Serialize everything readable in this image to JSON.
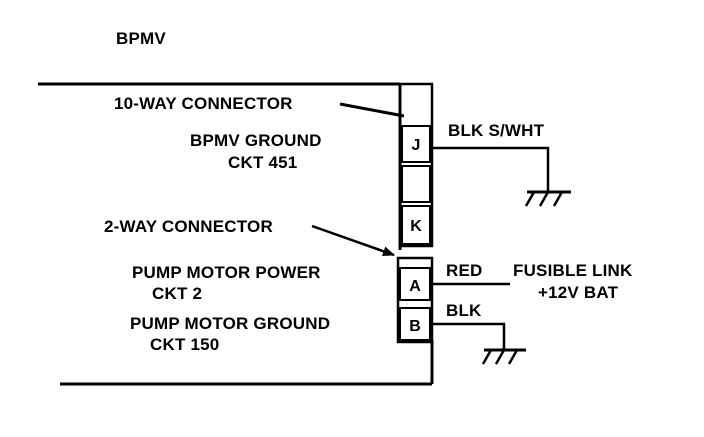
{
  "title": "BPMV",
  "connectors": {
    "ten_way": "10-WAY CONNECTOR",
    "two_way": "2-WAY CONNECTOR"
  },
  "circuits": {
    "bpmv_ground": {
      "line1": "BPMV GROUND",
      "line2": "CKT 451"
    },
    "pump_power": {
      "line1": "PUMP MOTOR POWER",
      "line2": "CKT 2"
    },
    "pump_ground": {
      "line1": "PUMP MOTOR GROUND",
      "line2": "CKT 150"
    }
  },
  "pins": {
    "j": "J",
    "k": "K",
    "a": "A",
    "b": "B"
  },
  "wires": {
    "blk_swht": "BLK S/WHT",
    "red": "RED",
    "blk": "BLK"
  },
  "fusible_link": {
    "line1": "FUSIBLE LINK",
    "line2": "+12V BAT"
  },
  "colors": {
    "ink": "#000000",
    "paper": "#ffffff"
  }
}
